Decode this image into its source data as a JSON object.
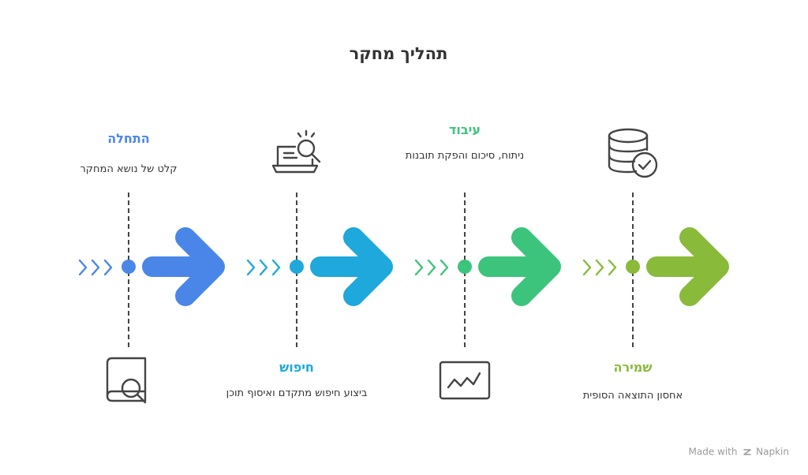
{
  "title": "תהליך מחקר",
  "stages": [
    {
      "title": "התחלה",
      "description": "קלט של נושא המחקר",
      "color": "#4a86e8",
      "icon": "book-search-icon"
    },
    {
      "title": "חיפוש",
      "description": "ביצוע חיפוש מתקדם ואיסוף תוכן",
      "color": "#1ea8dc",
      "icon": "laptop-search-icon"
    },
    {
      "title": "עיבוד",
      "description": "ניתוח, סיכום והפקת תובנות",
      "color": "#3cc47c",
      "icon": "chart-line-icon"
    },
    {
      "title": "שמירה",
      "description": "אחסון התוצאה הסופית",
      "color": "#8aba3a",
      "icon": "database-check-icon"
    }
  ],
  "footer": {
    "made_with": "Made with",
    "brand": "Napkin"
  }
}
